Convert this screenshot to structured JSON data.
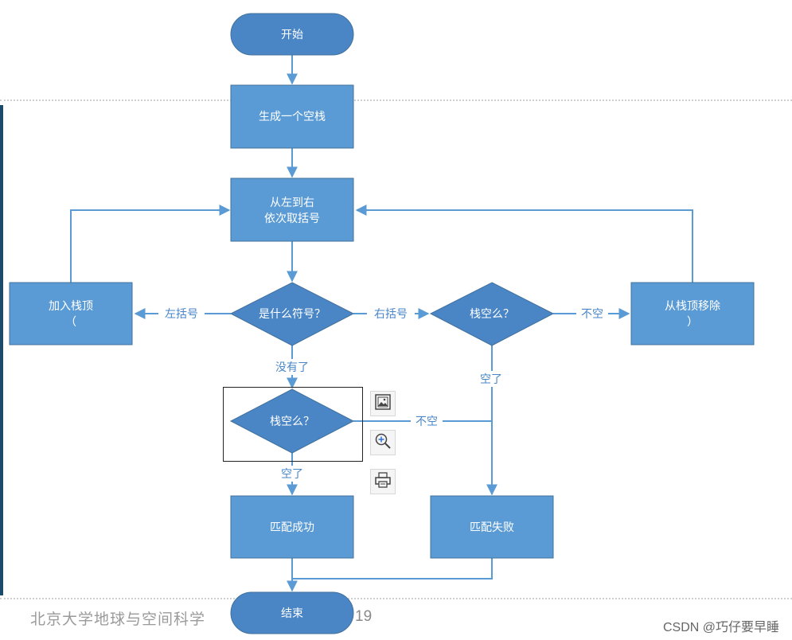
{
  "nodes": {
    "start": "开始",
    "create_stack": "生成一个空栈",
    "read_line1": "从左到右",
    "read_line2": "依次取括号",
    "push_line1": "加入栈顶",
    "push_line2": "（",
    "which_symbol": "是什么符号？",
    "stack_empty_right": "栈空么？",
    "pop_line1": "从栈顶移除",
    "pop_line2": "）",
    "stack_empty_bottom": "栈空么？",
    "match_success": "匹配成功",
    "match_fail": "匹配失败",
    "end": "结束"
  },
  "edges": {
    "left_paren": "左括号",
    "right_paren": "右括号",
    "not_empty_right": "不空",
    "none_left": "没有了",
    "empty_right": "空了",
    "not_empty_bottom": "不空",
    "empty_bottom": "空了"
  },
  "footer": {
    "text": "北京大学地球与空间科学",
    "page": "19"
  },
  "watermark": "CSDN @巧仔要早睡",
  "toolbar": {
    "image_icon": "image-icon",
    "zoom_icon": "zoom-in-icon",
    "print_icon": "print-icon"
  },
  "colors": {
    "node_fill": "#5b9bd5",
    "node_stroke": "#41719c",
    "terminal_fill": "#4a86c5",
    "edge": "#5b9bd5",
    "edge_label": "#4a87c8"
  }
}
